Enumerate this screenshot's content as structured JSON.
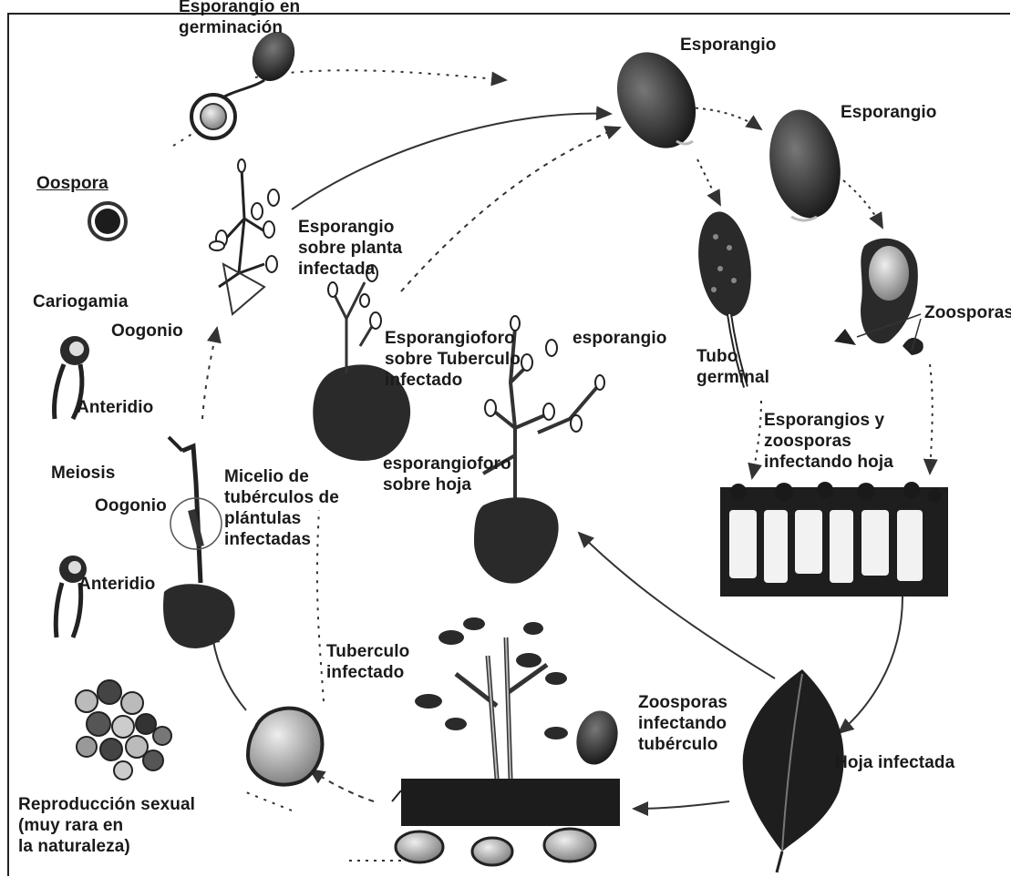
{
  "labels": {
    "esporangio_germinacion": "Esporangio en\ngerminación",
    "esporangio_1": "Esporangio",
    "esporangio_2": "Esporangio",
    "oospora": "Oospora",
    "esporangio_planta": "Esporangio\nsobre planta\ninfectada",
    "cariogamia": "Cariogamia",
    "oogonio_1": "Oogonio",
    "anteridio_1": "Anteridio",
    "esporangioforo_tuberculo": "Esporangioforo\nsobre Tuberculo\ninfectado",
    "esporangio_small": "esporangio",
    "tubo_germinal": "Tubo\ngerminal",
    "zoosporas": "Zoosporas",
    "esporangios_zoosporas": "Esporangios y\nzoosporas\ninfectando hoja",
    "meiosis": "Meiosis",
    "micelio": "Micelio de\ntubérculos de\nplántulas\ninfectadas",
    "esporangioforo_hoja": "esporangioforo\nsobre hoja",
    "oogonio_2": "Oogonio",
    "anteridio_2": "Anteridio",
    "tuberculo_infectado": "Tuberculo\ninfectado",
    "zoosporas_tuberculo": "Zoosporas\ninfectando\ntubérculo",
    "hoja_infectada": "Hoja infectada",
    "reproduccion": "Reproducción sexual\n(muy rara en\nla naturaleza)"
  },
  "colors": {
    "ink": "#1a1a1a",
    "dark_fill": "#222222",
    "mid_fill": "#555555",
    "light_fill": "#bdbdbd",
    "arrow": "#333333",
    "background": "#ffffff"
  }
}
